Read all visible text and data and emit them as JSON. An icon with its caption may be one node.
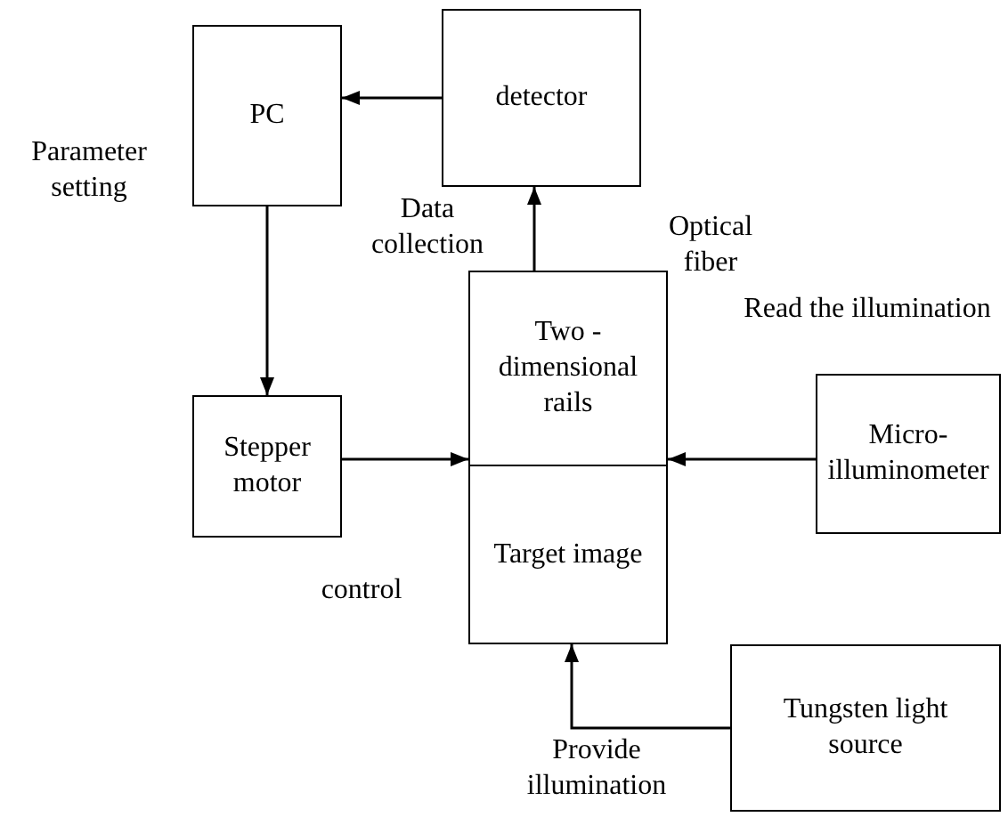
{
  "diagram": {
    "nodes": [
      {
        "text": [
          "PC"
        ]
      },
      {
        "text": [
          "detector"
        ]
      },
      {
        "text": [
          "Two - dimensional rails"
        ]
      },
      {
        "text": [
          "Stepper motor"
        ]
      },
      {
        "text": [
          "Micro-illuminometer"
        ]
      },
      {
        "text": [
          "Target image"
        ]
      },
      {
        "text": [
          "Tungsten light source"
        ]
      }
    ],
    "edges": [
      {
        "from": 1,
        "to": 0,
        "arrow": "to",
        "label": "Data collection"
      },
      {
        "from": 0,
        "to": 3,
        "arrow": "to",
        "label": "Parameter setting"
      },
      {
        "from": 3,
        "to": 2,
        "arrow": "to",
        "label": "control"
      },
      {
        "from": 4,
        "to": 2,
        "arrow": "to",
        "label": "Read the illumination"
      },
      {
        "from": 2,
        "to": 1,
        "arrow": "to",
        "label": "Optical fiber"
      },
      {
        "from": 6,
        "to": 5,
        "arrow": "to",
        "label": "Provide illumination"
      }
    ]
  }
}
